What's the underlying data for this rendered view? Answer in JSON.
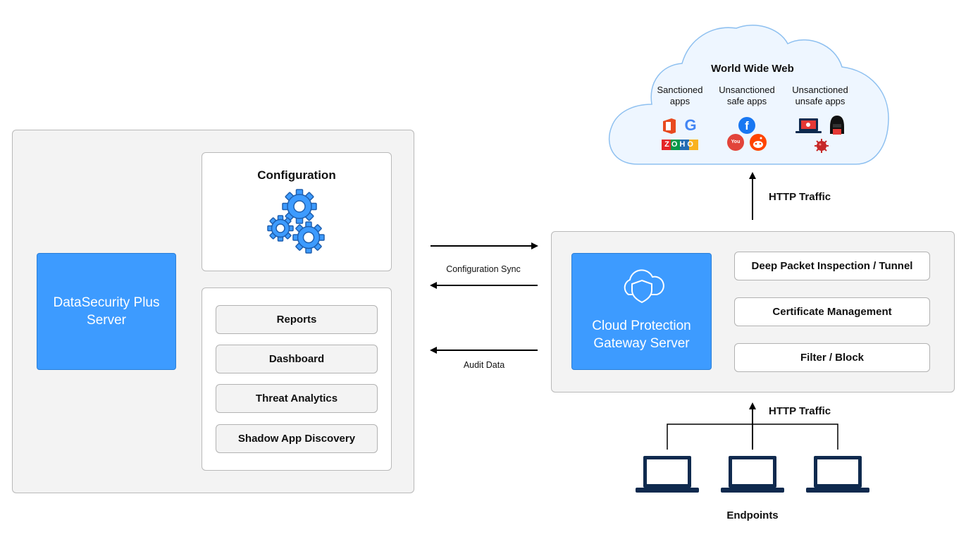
{
  "left_server": {
    "title_line1": "DataSecurity Plus",
    "title_line2": "Server",
    "configuration_title": "Configuration",
    "modules": [
      "Reports",
      "Dashboard",
      "Threat Analytics",
      "Shadow App Discovery"
    ]
  },
  "connectors": {
    "config_sync_label": "Configuration Sync",
    "audit_data_label": "Audit Data",
    "http_traffic_top": "HTTP Traffic",
    "http_traffic_bottom": "HTTP Traffic"
  },
  "gateway": {
    "title_line1": "Cloud Protection",
    "title_line2": "Gateway Server",
    "functions": [
      "Deep Packet Inspection / Tunnel",
      "Certificate Management",
      "Filter / Block"
    ]
  },
  "cloud": {
    "title": "World Wide Web",
    "categories": [
      {
        "line1": "Sanctioned",
        "line2": "apps",
        "icons": [
          "office-icon",
          "google-icon",
          "zoho-icon"
        ]
      },
      {
        "line1": "Unsanctioned",
        "line2": "safe apps",
        "icons": [
          "facebook-icon",
          "youtube-icon",
          "reddit-icon"
        ]
      },
      {
        "line1": "Unsanctioned",
        "line2": "unsafe apps",
        "icons": [
          "malware-laptop-icon",
          "hacker-icon",
          "virus-icon"
        ]
      }
    ],
    "zoho_text": "ZOHO",
    "google_letter": "G",
    "facebook_letter": "f",
    "youtube_text": "You"
  },
  "endpoints": {
    "label": "Endpoints",
    "count": 3
  },
  "colors": {
    "accent_blue": "#3d9bff",
    "navy": "#0f2a4e",
    "panel_gray": "#f3f3f3"
  }
}
